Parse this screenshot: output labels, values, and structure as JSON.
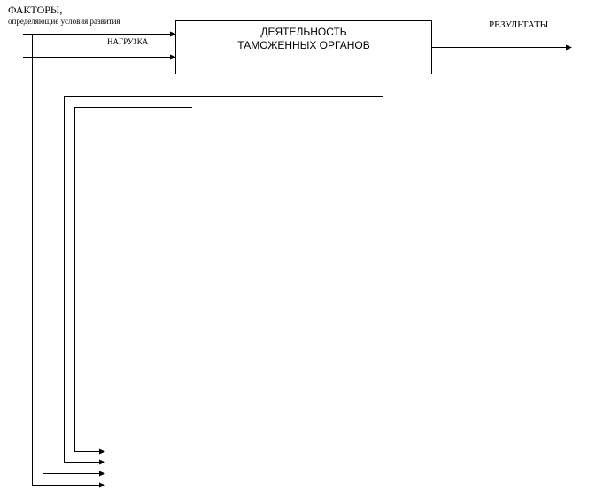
{
  "diagram": {
    "factors_label_line1": "ФАКТОРЫ,",
    "factors_label_line2": "определяющие  условия  развития",
    "load_label": "НАГРУЗКА",
    "results_label": "РЕЗУЛЬТАТЫ",
    "activity_box": {
      "line1": "ДЕЯТЕЛЬНОСТЬ",
      "line2": "ТАМОЖЕННЫХ ОРГАНОВ"
    },
    "colors": {
      "stroke": "#000000",
      "background": "#ffffff"
    }
  }
}
